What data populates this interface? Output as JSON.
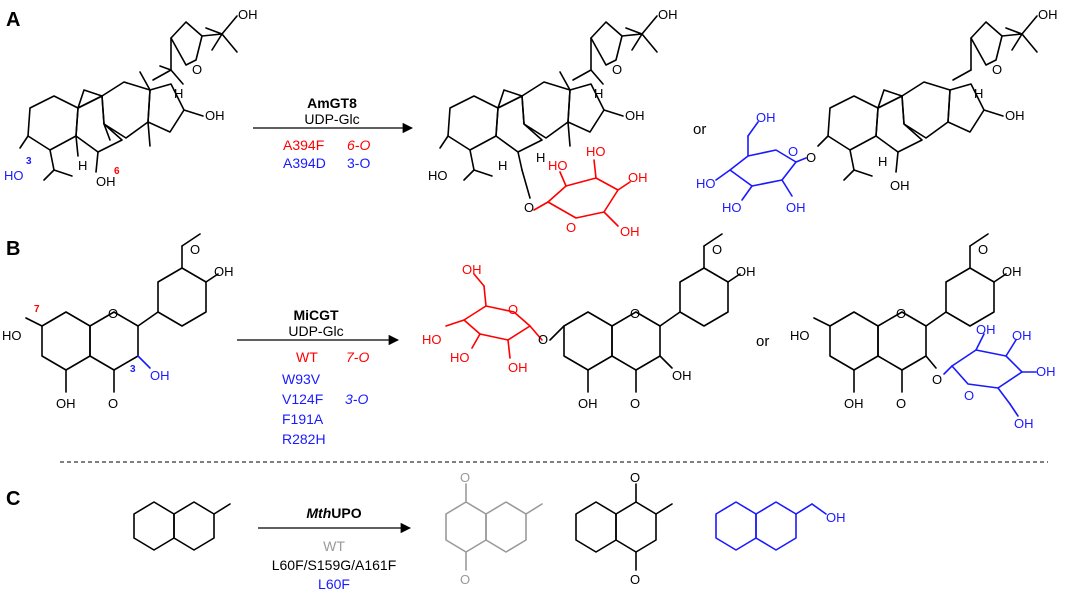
{
  "panels": {
    "a_label": "A",
    "b_label": "B",
    "c_label": "C"
  },
  "panel_a": {
    "enzyme": "AmGT8",
    "donor": "UDP-Glc",
    "variants": [
      {
        "mutation": "A394F",
        "product": "6-O",
        "color": "#ff0000"
      },
      {
        "mutation": "A394D",
        "product": "3-O",
        "color": "#1a1aff"
      }
    ],
    "or_label": "or",
    "position_labels": {
      "pos3": "3",
      "pos6": "6"
    },
    "atoms": {
      "oh": "OH",
      "ho": "HO",
      "h": "H",
      "o": "O"
    }
  },
  "panel_b": {
    "enzyme": "MiCGT",
    "donor": "UDP-Glc",
    "wt_label": "WT",
    "wt_product": "7-O",
    "mutants": [
      "W93V",
      "V124F",
      "F191A",
      "R282H"
    ],
    "mutant_product": "3-O",
    "or_label": "or",
    "position_labels": {
      "pos7": "7",
      "pos3": "3"
    },
    "atoms": {
      "oh": "OH",
      "ho": "HO",
      "o": "O"
    }
  },
  "panel_c": {
    "enzyme_italic": "Mth",
    "enzyme_rest": "UPO",
    "variants": [
      {
        "label": "WT",
        "color": "#9a9a9a"
      },
      {
        "label": "L60F/S159G/A161F",
        "color": "#000000"
      },
      {
        "label": "L60F",
        "color": "#1a1aff"
      }
    ],
    "atoms": {
      "o": "O",
      "oh": "OH"
    }
  },
  "colors": {
    "red": "#ff0000",
    "blue": "#1a1aff",
    "gray": "#9a9a9a"
  }
}
